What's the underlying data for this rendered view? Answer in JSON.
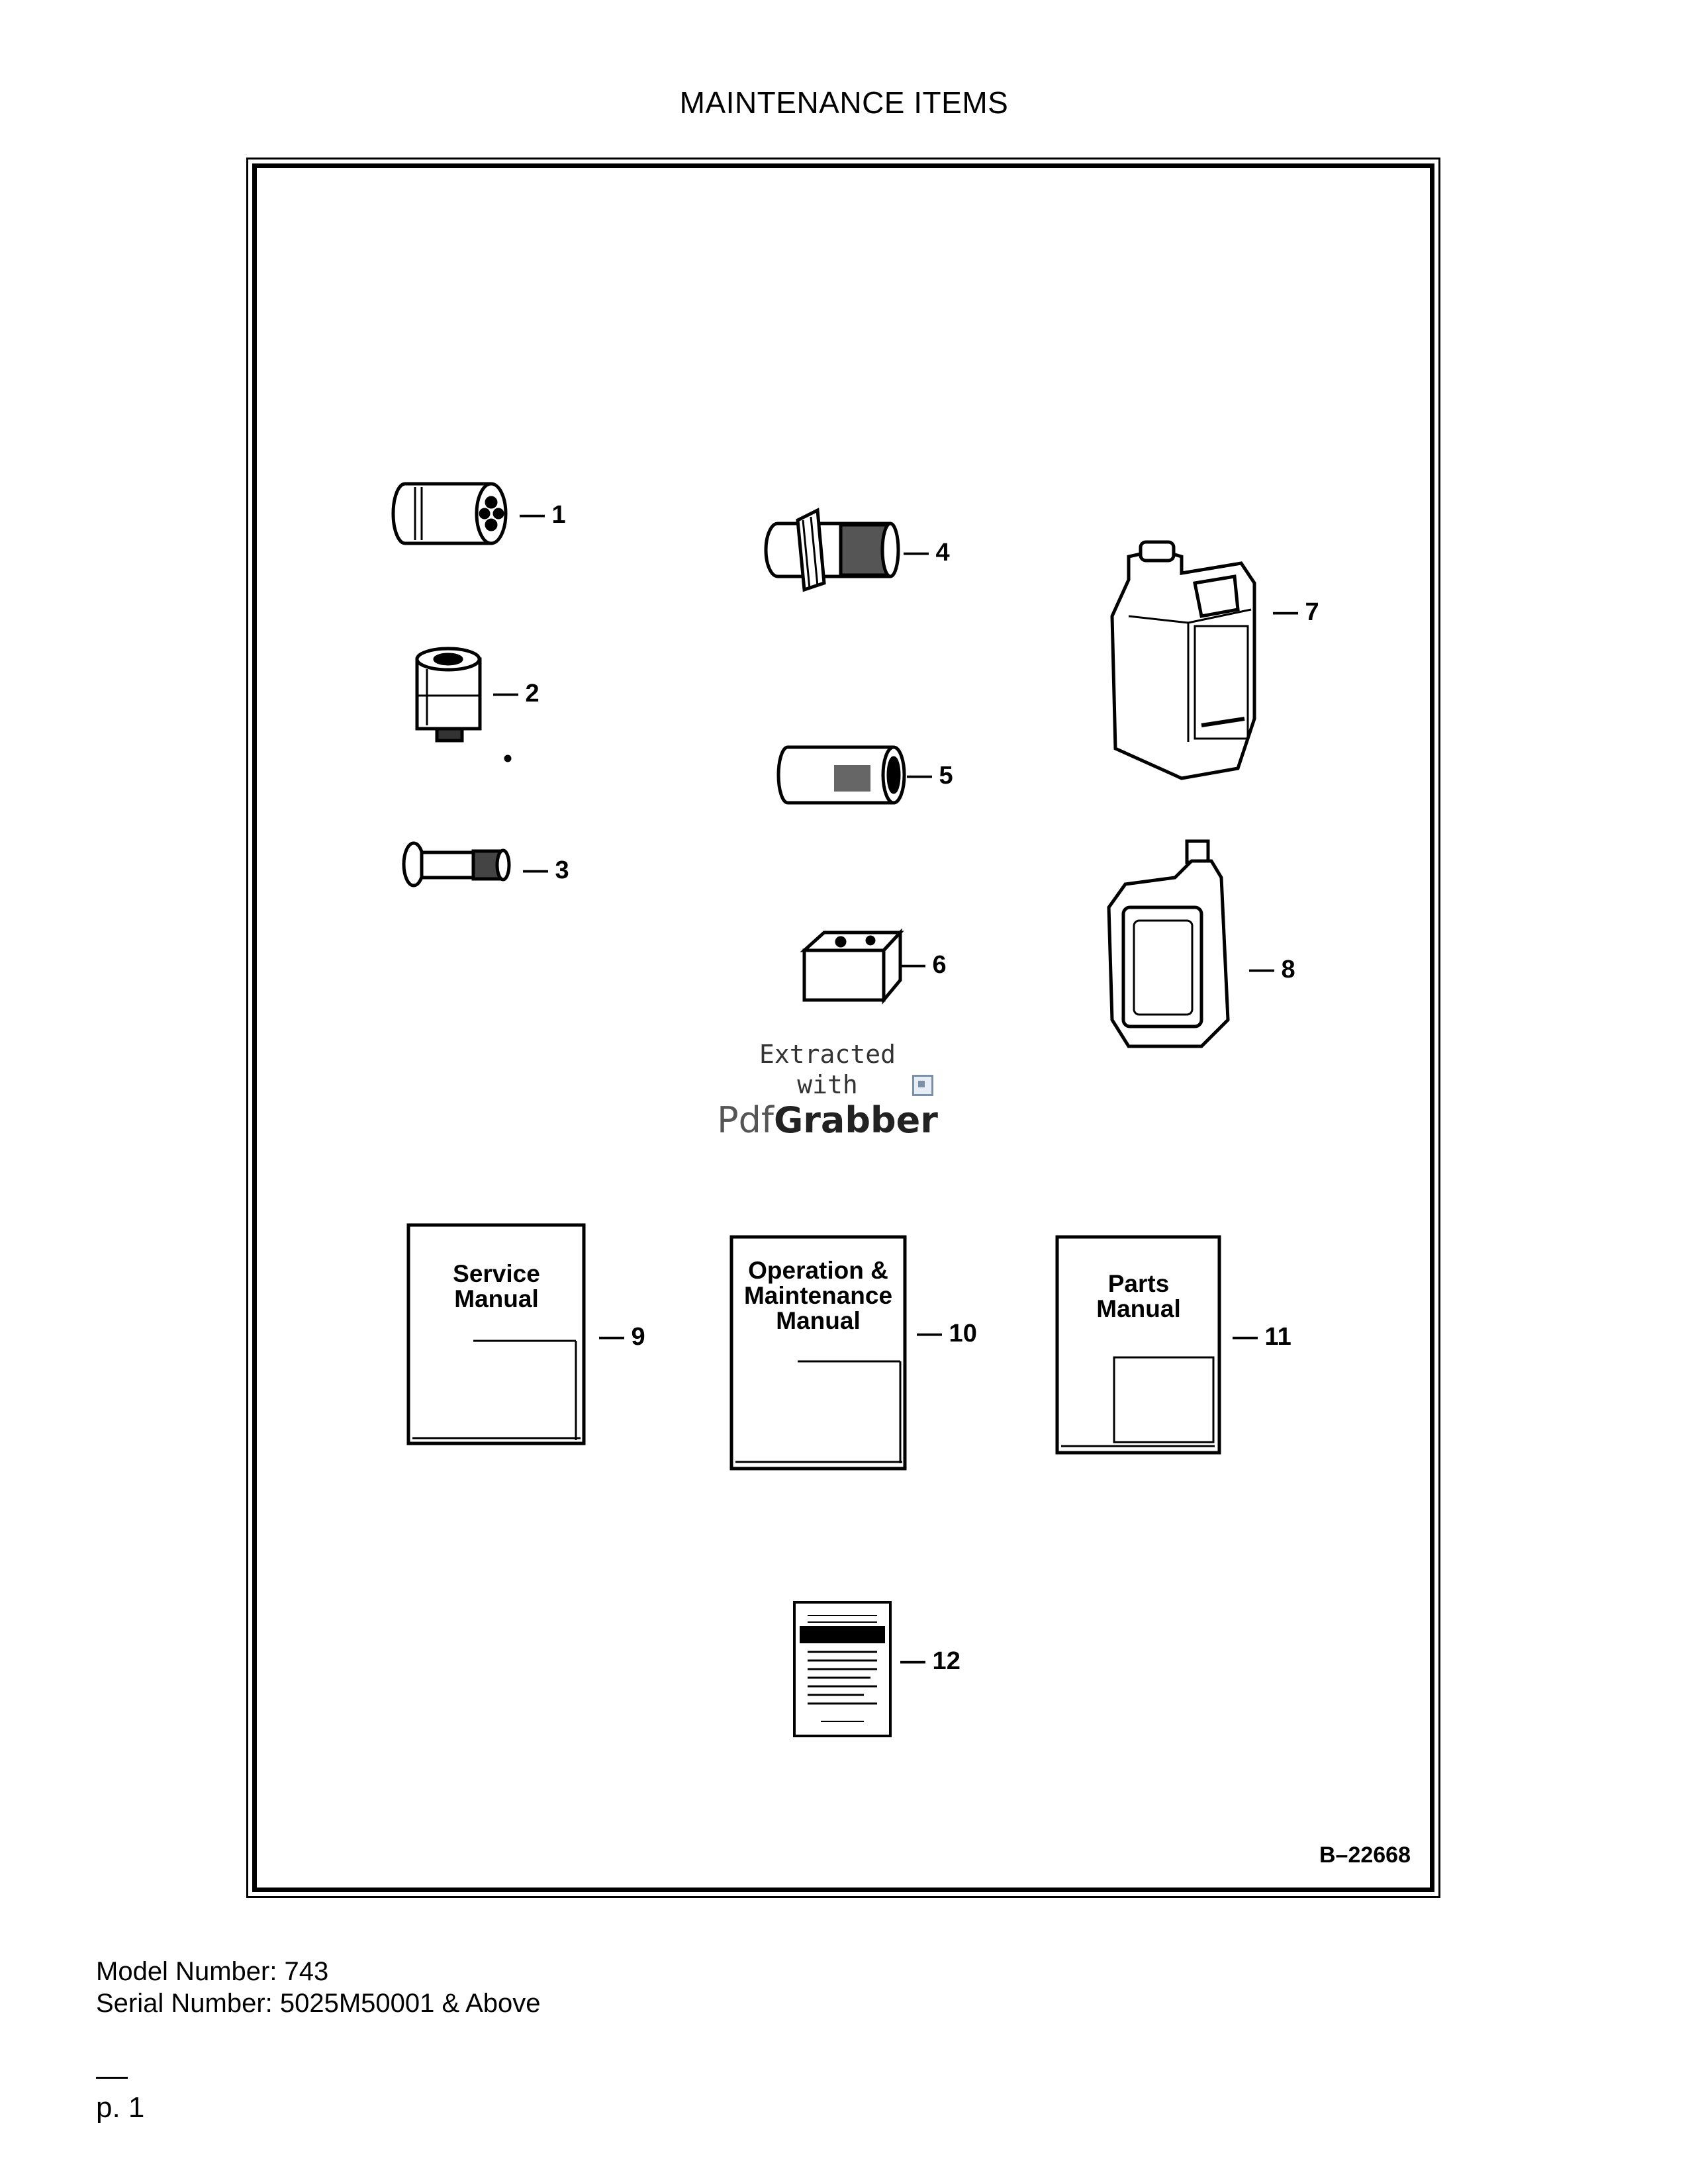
{
  "page": {
    "title": "MAINTENANCE ITEMS",
    "model_number": "Model Number: 743",
    "serial_number": "Serial Number: 5025M50001 & Above",
    "page_number": "p. 1"
  },
  "figure": {
    "reference_code": "B–22668",
    "callouts": [
      "— 1",
      "— 2",
      "— 3",
      "— 4",
      "— 5",
      "— 6",
      "— 7",
      "— 8",
      "— 9",
      "— 10",
      "— 11",
      "— 12"
    ],
    "manuals": {
      "service": [
        "Service",
        "Manual"
      ],
      "operation": [
        "Operation &",
        "Maintenance",
        "Manual"
      ],
      "parts": [
        "Parts",
        "Manual"
      ]
    },
    "items": [
      {
        "name": "engine-oil-filter-icon"
      },
      {
        "name": "fuel-filter-icon"
      },
      {
        "name": "hydraulic-filter-icon"
      },
      {
        "name": "air-filter-outer-icon"
      },
      {
        "name": "air-filter-inner-icon"
      },
      {
        "name": "battery-icon"
      },
      {
        "name": "jug-icon"
      },
      {
        "name": "quart-bottle-icon"
      },
      {
        "name": "service-manual-icon"
      },
      {
        "name": "operation-manual-icon"
      },
      {
        "name": "parts-manual-icon"
      },
      {
        "name": "safety-card-icon"
      }
    ]
  },
  "watermark": {
    "line1": "Extracted",
    "line2": "with",
    "brand_light": "Pdf",
    "brand_bold": "Grabber"
  }
}
